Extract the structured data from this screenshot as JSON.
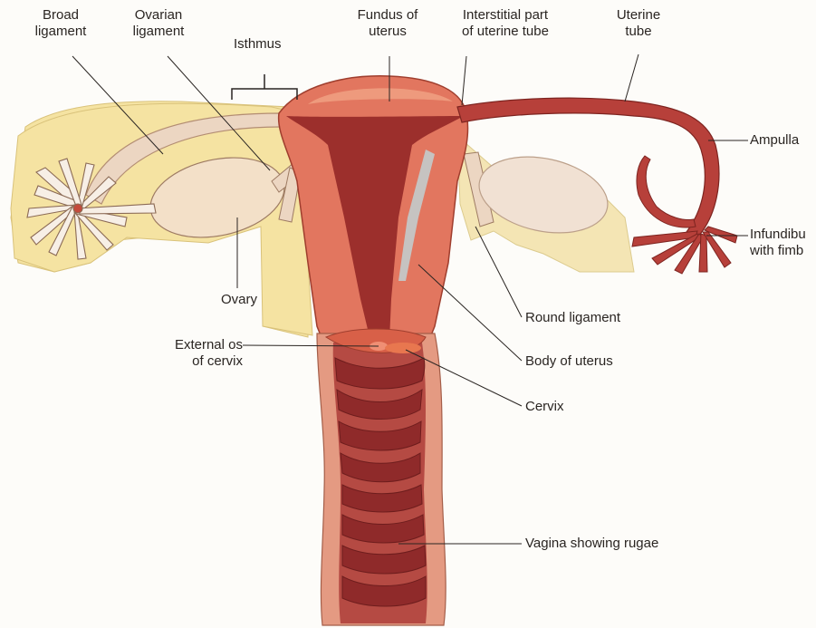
{
  "labels": {
    "broad_ligament": [
      "Broad",
      "ligament"
    ],
    "ovarian_ligament": [
      "Ovarian",
      "ligament"
    ],
    "isthmus": "Isthmus",
    "fundus": [
      "Fundus of",
      "uterus"
    ],
    "interstitial": [
      "Interstitial part",
      "of uterine tube"
    ],
    "uterine_tube": [
      "Uterine",
      "tube"
    ],
    "ampulla": "Ampulla",
    "infundibulum": [
      "Infundibu",
      "with fimb"
    ],
    "ovary": "Ovary",
    "round_ligament": "Round ligament",
    "external_os": [
      "External os",
      "of cervix"
    ],
    "body_of_uterus": "Body of uterus",
    "cervix": "Cervix",
    "vagina": "Vagina showing rugae"
  },
  "colors": {
    "broad_ligament_fill": "#f5e3a2",
    "ovary_fill": "#f3e0c8",
    "uterus_outer": "#e2765f",
    "uterus_cavity": "#9c2f2c",
    "tube": "#b7403a",
    "vagina_outer": "#e49a82",
    "rugae": "#8f2a2a",
    "leader_line": "#2a2522"
  }
}
